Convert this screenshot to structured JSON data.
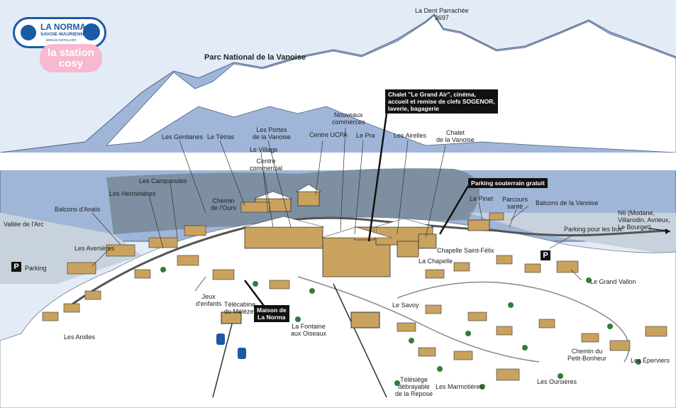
{
  "logo": {
    "name": "LA NORMA",
    "subtitle": "SAVOIE·MAURIENNE",
    "url": "www.la-norma.com",
    "tagline_1": "la station",
    "tagline_2": "cosy",
    "brand_color": "#1b5aa5",
    "tag_color": "#f7b9cf"
  },
  "summit": {
    "name": "La Dent Parrachée",
    "altitude": "3697"
  },
  "park_name": "Parc National de la Vanoise",
  "labels": {
    "gentianes": "Les Gentianes",
    "tetras": "Le Tétras",
    "portes_1": "Les Portes",
    "portes_2": "de la Vanoise",
    "ucpa": "Centre UCPA",
    "nouveaux_1": "Nouveaux",
    "nouveaux_2": "commerces",
    "pra": "Le Pra",
    "airelles": "Les Airelles",
    "chalet_vanoise_1": "Chalet",
    "chalet_vanoise_2": "de la Vanoise",
    "village": "Le Village",
    "centre_1": "Centre",
    "centre_2": "commercial",
    "campanules": "Les Campanules",
    "herminieres": "Les Herminières",
    "chemin_ours_1": "Chemin",
    "chemin_ours_2": "de l'Ours",
    "balcons_anais": "Balcons d'Anaïs",
    "vallee_arc": "Vallée de l'Arc",
    "avenieres": "Les Avenières",
    "parking_left": "Parking",
    "pinet": "Le Pinet",
    "parcours_1": "Parcours",
    "parcours_2": "santé",
    "balcons_vanoise": "Balcons de la Vanoise",
    "n6_1": "N6 (Modane,",
    "n6_2": "Villarodin, Avrieux,",
    "n6_3": "Le Bourget)",
    "parking_bus": "Parking pour les bus",
    "chapelle_st": "Chapelle Saint-Félix",
    "la_chapelle": "La Chapelle",
    "grand_vallon": "Le Grand Vallon",
    "jeux_1": "Jeux",
    "jeux_2": "d'enfants",
    "telecabine_1": "Télécabine",
    "telecabine_2": "du Mélézet",
    "fontaine_1": "La Fontaine",
    "fontaine_2": "aux Oiseaux",
    "savoy": "Le Savoy",
    "arolles": "Les Arolles",
    "chemin_pb_1": "Chemin du",
    "chemin_pb_2": "Petit-Bonheur",
    "eperviers": "Les Éperviers",
    "telesiege_1": "Télésiège",
    "telesiege_2": "débrayable",
    "telesiege_3": "de la Repose",
    "marmotieres": "Les Marmotières",
    "oursieres": "Les Oursières"
  },
  "boxes": {
    "grand_air_1": "Chalet \"Le Grand Air\", cinéma,",
    "grand_air_2": "accueil et remise de clefs SOGENOR,",
    "grand_air_3": "laverie, bagagerie",
    "parking_sout": "Parking souterrain gratuit",
    "maison_1": "Maison de",
    "maison_2": "La Norma"
  },
  "parking_symbol": "P",
  "colors": {
    "sky": "#e3ebf6",
    "mountain": "#9fb6d8",
    "snow": "#ffffff",
    "forest": "#7d8fa0",
    "building": "#c9a25e",
    "roof": "#ffffff",
    "tree": "#2f7d3a",
    "callout": "#111111"
  }
}
